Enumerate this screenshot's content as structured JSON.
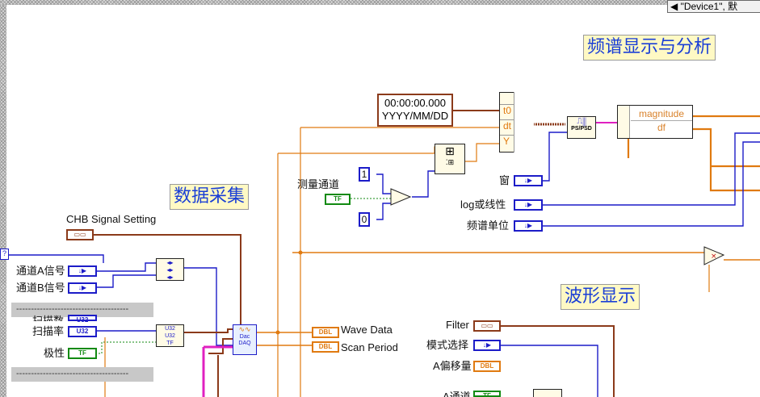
{
  "device_tab": {
    "arrow": "◀",
    "label": "\"Device1\", 默"
  },
  "titles": {
    "spectrum": "频谱显示与分析",
    "acquisition": "数据采集",
    "waveform": "波形显示"
  },
  "timestamp": {
    "line1": "00:00:00.000",
    "line2": "YYYY/MM/DD"
  },
  "build_waveform": {
    "t0": "t0",
    "dt": "dt",
    "y": "Y"
  },
  "spectrum_node": {
    "label": "PS/PSD"
  },
  "cluster": {
    "magnitude": "magnitude",
    "df": "df"
  },
  "controls": {
    "measure_channel": "测量通道",
    "window": "窗",
    "log_linear": "log或线性",
    "spectrum_unit": "频谱单位",
    "chb_signal": "CHB Signal Setting",
    "channel_a_signal": "通道A信号",
    "channel_b_signal": "通道B信号",
    "scan_partial": "扫描数",
    "scan_rate": "扫描率",
    "polarity": "极性",
    "wave_data": "Wave Data",
    "scan_period": "Scan Period",
    "filter": "Filter",
    "mode_select": "模式选择",
    "a_offset": "A偏移量",
    "partial_bottom": "A通道"
  },
  "constants": {
    "one": "1",
    "zero": "0"
  },
  "term_types": {
    "enum": "↓▶",
    "tf": "TF",
    "u32": "U32",
    "dbl": "DBL",
    "cluster": "▭▭"
  },
  "separators": {
    "dashes": "--------------------------------------"
  }
}
